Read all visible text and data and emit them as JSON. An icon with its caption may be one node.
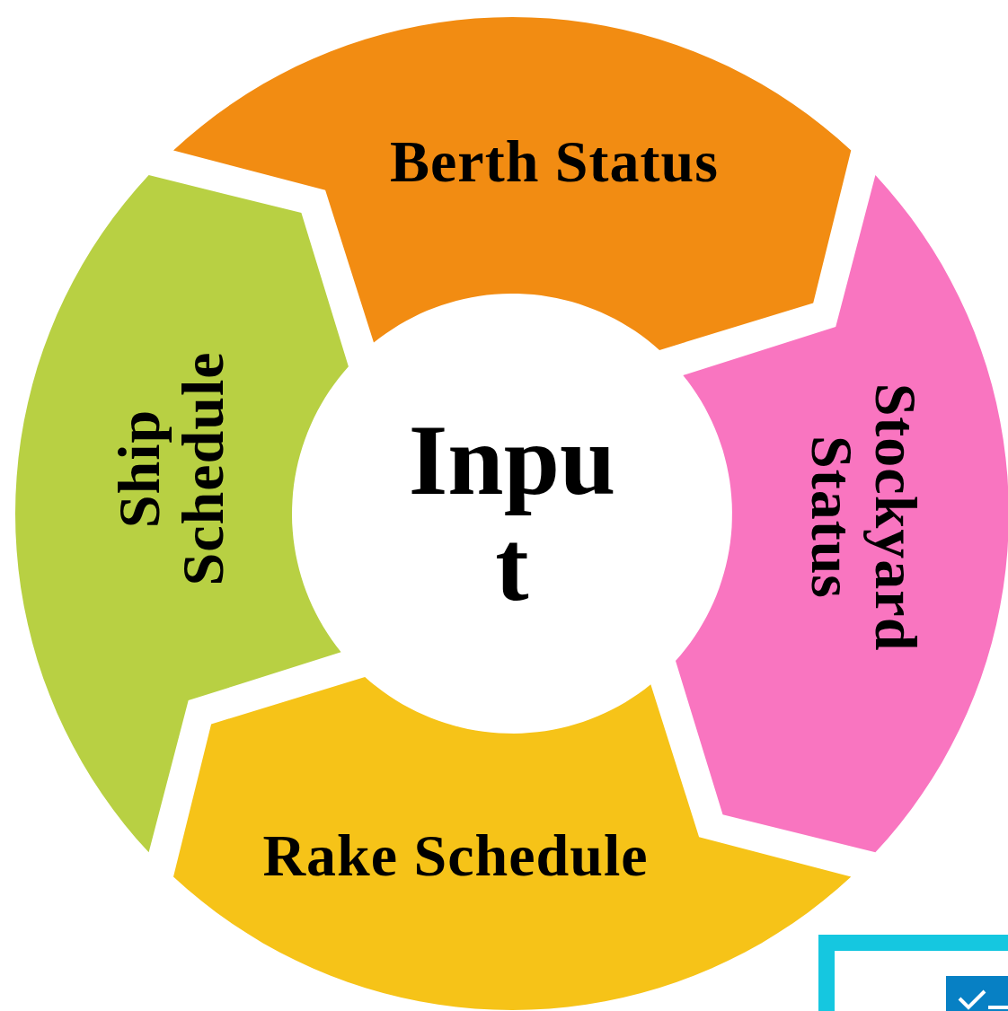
{
  "diagram": {
    "nodes": [
      {
        "text": [
          "Input"
        ]
      },
      {
        "text": [
          "Berth Status"
        ]
      },
      {
        "text": [
          "Stockyard Status"
        ]
      },
      {
        "text": [
          "Rake Schedule"
        ]
      },
      {
        "text": [
          "Ship Schedule"
        ]
      }
    ]
  }
}
